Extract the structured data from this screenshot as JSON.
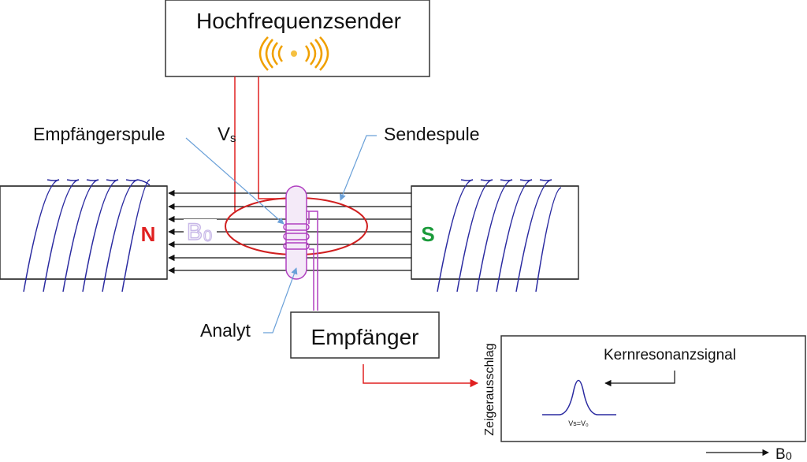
{
  "transmitter": {
    "label": "Hochfrequenzsender"
  },
  "receiver": {
    "label": "Empfänger"
  },
  "labels": {
    "vs_main": "V",
    "vs_sub": "s",
    "receiver_coil": "Empfängerspule",
    "transmitter_coil": "Sendespule",
    "analyte": "Analyt",
    "pole_north": "N",
    "pole_south": "S",
    "b0_main": "B",
    "b0_sub": "0"
  },
  "display": {
    "signal_label": "Kernresonanzsignal",
    "y_axis_label": "Zeigerausschlag",
    "peak_condition": "Vs=V₀"
  },
  "bottom_axis": {
    "main": "B",
    "sub": "0"
  },
  "colors": {
    "coil_blue": "#2a2aa0",
    "north_red": "#e02020",
    "south_green": "#1a9a3a",
    "transmit_red": "#e02020",
    "receive_magenta": "#b040c0",
    "pointer_blue": "#6aa0d8",
    "b0_lavender": "#c8b8e8"
  },
  "icons": {
    "transmitter_waves": "radio-waves-icon"
  }
}
